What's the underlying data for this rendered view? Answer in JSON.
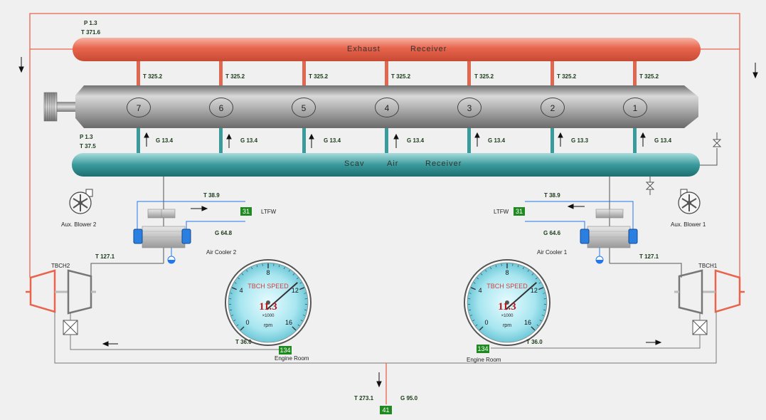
{
  "exhaust": {
    "label1": "Exhaust",
    "label2": "Receiver",
    "p": "P 1.3",
    "t": "T 371.6"
  },
  "scav": {
    "label1": "Scav",
    "label2": "Air",
    "label3": "Receiver",
    "p": "P 1.3",
    "t": "T 37.5"
  },
  "cylinders": [
    {
      "no": "7",
      "exh_t": "T 325.2",
      "g": "G 13.4"
    },
    {
      "no": "6",
      "exh_t": "T 325.2",
      "g": "G 13.4"
    },
    {
      "no": "5",
      "exh_t": "T 325.2",
      "g": "G 13.4"
    },
    {
      "no": "4",
      "exh_t": "T 325.2",
      "g": "G 13.4"
    },
    {
      "no": "3",
      "exh_t": "T 325.2",
      "g": "G 13.4"
    },
    {
      "no": "2",
      "exh_t": "T 325.2",
      "g": "G 13.3"
    },
    {
      "no": "1",
      "exh_t": "T 325.2",
      "g": "G 13.4"
    }
  ],
  "left": {
    "blower": "Aux. Blower 2",
    "cooler_t": "T 38.9",
    "ltfw": "LTFW",
    "ltfw_val": "31",
    "cooler_g": "G 64.8",
    "cooler": "Air Cooler 2",
    "tbch": "TBCH2",
    "tbch_t": "T 127.1",
    "room_t": "T 36.0",
    "room_val": "134",
    "room": "Engine Room"
  },
  "right": {
    "blower": "Aux. Blower 1",
    "cooler_t": "T 38.9",
    "ltfw": "LTFW",
    "ltfw_val": "31",
    "cooler_g": "G 64.6",
    "cooler": "Air Cooler 1",
    "tbch": "TBCH1",
    "tbch_t": "T 127.1",
    "room_t": "T 36.0",
    "room_val": "134",
    "room": "Engine Room"
  },
  "gauges": [
    {
      "title": "TBCH SPEED",
      "value": "11.3",
      "unit": "rpm",
      "scale": "×1000",
      "ticks": [
        "0",
        "4",
        "8",
        "12",
        "16"
      ],
      "reading": 11.3,
      "max": 16
    },
    {
      "title": "TBCH SPEED",
      "value": "11.3",
      "unit": "rpm",
      "scale": "×1000",
      "ticks": [
        "0",
        "4",
        "8",
        "12",
        "16"
      ],
      "reading": 11.3,
      "max": 16
    }
  ],
  "outlet": {
    "t": "T 273.1",
    "g": "G 95.0",
    "val": "41"
  },
  "colors": {
    "exhaust": "#e8644c",
    "scav": "#3a9a9c",
    "engine": "#a0a0a0",
    "water": "#2277ee",
    "gauge_face": "#9fe3ee",
    "value_box": "#1f8a1f"
  }
}
